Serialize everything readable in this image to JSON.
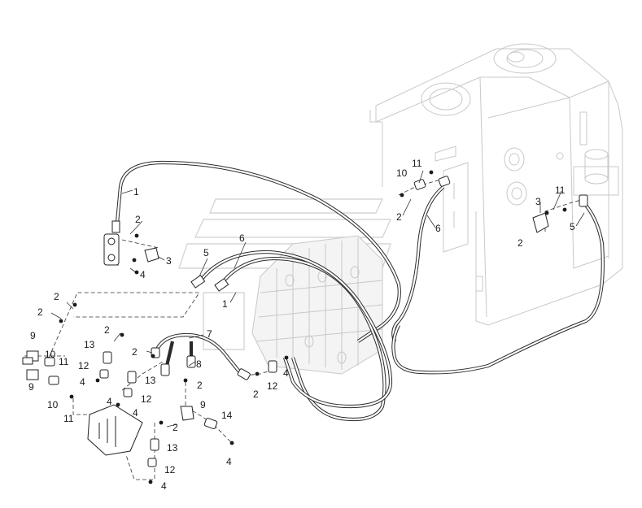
{
  "callouts": {
    "c1a": "1",
    "c1b": "1",
    "c2a": "2",
    "c2b": "2",
    "c2c": "2",
    "c2d": "2",
    "c2e": "2",
    "c2f": "2",
    "c2g": "2",
    "c2h": "2",
    "c2i": "2",
    "c2j": "2",
    "c3a": "3",
    "c3b": "3",
    "c4a": "4",
    "c4b": "4",
    "c4c": "4",
    "c4d": "4",
    "c4e": "4",
    "c4f": "4",
    "c4g": "4",
    "c5a": "5",
    "c5b": "5",
    "c6a": "6",
    "c6b": "6",
    "c7": "7",
    "c8": "8",
    "c9a": "9",
    "c9b": "9",
    "c9c": "9",
    "c10a": "10",
    "c10b": "10",
    "c10c": "10",
    "c11a": "11",
    "c11b": "11",
    "c11c": "11",
    "c12a": "12",
    "c12b": "12",
    "c12c": "12",
    "c12d": "12",
    "c13a": "13",
    "c13b": "13",
    "c13c": "13",
    "c14": "14"
  }
}
